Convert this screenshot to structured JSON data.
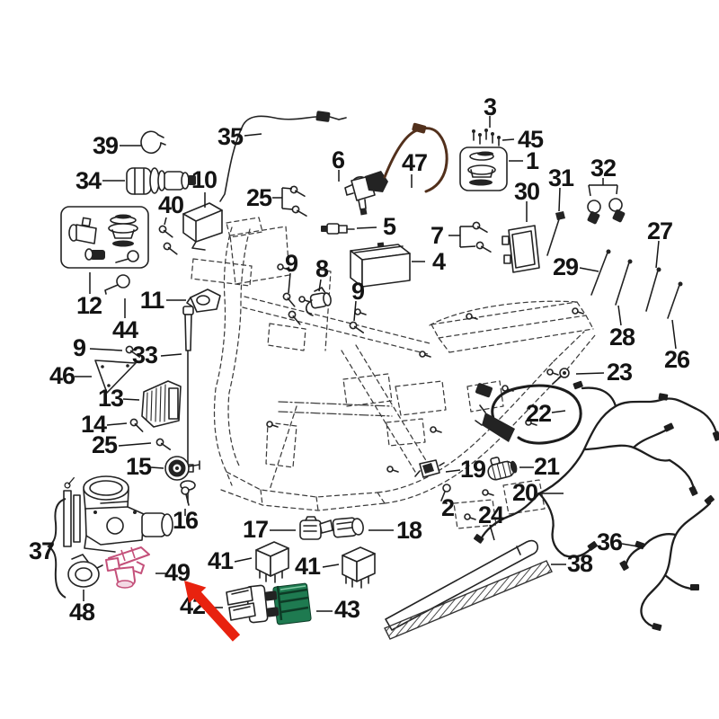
{
  "colors": {
    "ink": "#232323",
    "frame_dash": "#3c3c3c",
    "highlight_pink": "#c4507a",
    "highlight_pink_light": "#f3d9e4",
    "arrow_red": "#e8220f",
    "fuse_green": "#1e7a50",
    "fuse_green_dark": "#0d3b26",
    "fuse_green_light": "#7fc9a3",
    "wire_brown": "#52301c"
  },
  "callouts": [
    {
      "label": "39"
    },
    {
      "label": "34"
    },
    {
      "label": "10"
    },
    {
      "label": "40"
    },
    {
      "label": "35"
    },
    {
      "label": "25"
    },
    {
      "label": "6"
    },
    {
      "label": "47"
    },
    {
      "label": "3"
    },
    {
      "label": "45"
    },
    {
      "label": "1"
    },
    {
      "label": "30"
    },
    {
      "label": "31"
    },
    {
      "label": "32"
    },
    {
      "label": "27"
    },
    {
      "label": "29"
    },
    {
      "label": "28"
    },
    {
      "label": "26"
    },
    {
      "label": "23"
    },
    {
      "label": "12"
    },
    {
      "label": "44"
    },
    {
      "label": "11"
    },
    {
      "label": "33"
    },
    {
      "label": "9"
    },
    {
      "label": "46"
    },
    {
      "label": "13"
    },
    {
      "label": "14"
    },
    {
      "label": "25"
    },
    {
      "label": "15"
    },
    {
      "label": "16"
    },
    {
      "label": "37"
    },
    {
      "label": "48"
    },
    {
      "label": "49",
      "highlighted": true
    },
    {
      "label": "42"
    },
    {
      "label": "41"
    },
    {
      "label": "41"
    },
    {
      "label": "43"
    },
    {
      "label": "17"
    },
    {
      "label": "18"
    },
    {
      "label": "5"
    },
    {
      "label": "7"
    },
    {
      "label": "4"
    },
    {
      "label": "9"
    },
    {
      "label": "8"
    },
    {
      "label": "9"
    },
    {
      "label": "22"
    },
    {
      "label": "21"
    },
    {
      "label": "20"
    },
    {
      "label": "19"
    },
    {
      "label": "2"
    },
    {
      "label": "24"
    },
    {
      "label": "36"
    },
    {
      "label": "38"
    }
  ]
}
